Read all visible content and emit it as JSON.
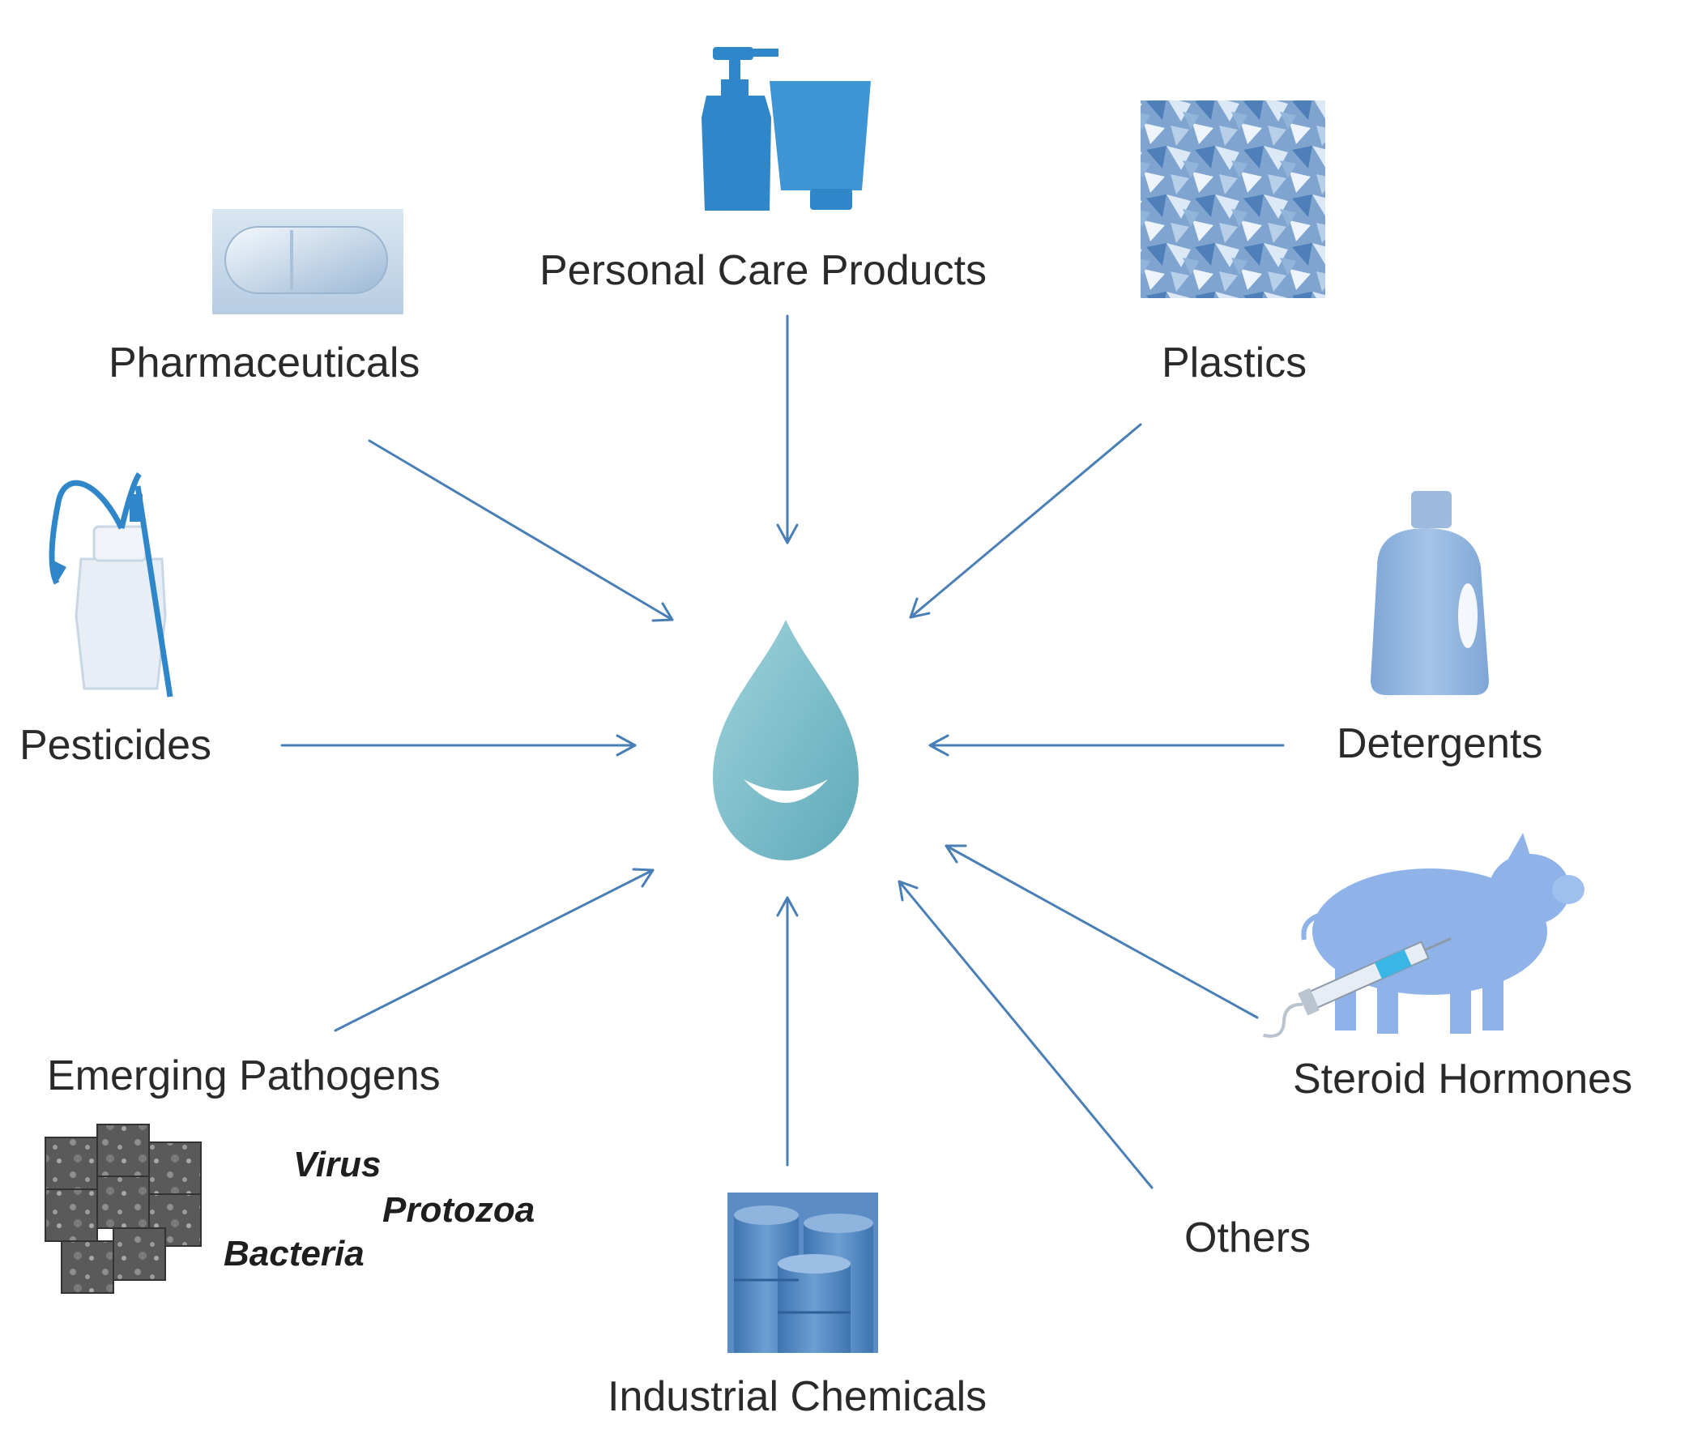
{
  "labels": {
    "personal_care": "Personal Care Products",
    "pharmaceuticals": "Pharmaceuticals",
    "plastics": "Plastics",
    "pesticides": "Pesticides",
    "detergents": "Detergents",
    "steroid_hormones": "Steroid Hormones",
    "emerging_pathogens": "Emerging Pathogens",
    "industrial_chemicals": "Industrial Chemicals",
    "others": "Others"
  },
  "pathogens": {
    "virus": "Virus",
    "protozoa": "Protozoa",
    "bacteria": "Bacteria"
  },
  "icons": {
    "center": "water-drop-icon",
    "personal_care": "lotion-bottles-icon",
    "pharmaceuticals": "pill-icon",
    "plastics": "plastic-flakes-icon",
    "pesticides": "sprayer-icon",
    "detergents": "detergent-jug-icon",
    "steroid_hormones": "pig-syringe-icon",
    "emerging_pathogens": "microbe-grid-icon",
    "industrial_chemicals": "chemical-drums-icon"
  },
  "colors": {
    "arrow": "#4a7fb5",
    "drop": "#7fc0cc",
    "icon_blue": "#2f86c8",
    "text": "#2a2a2a"
  }
}
